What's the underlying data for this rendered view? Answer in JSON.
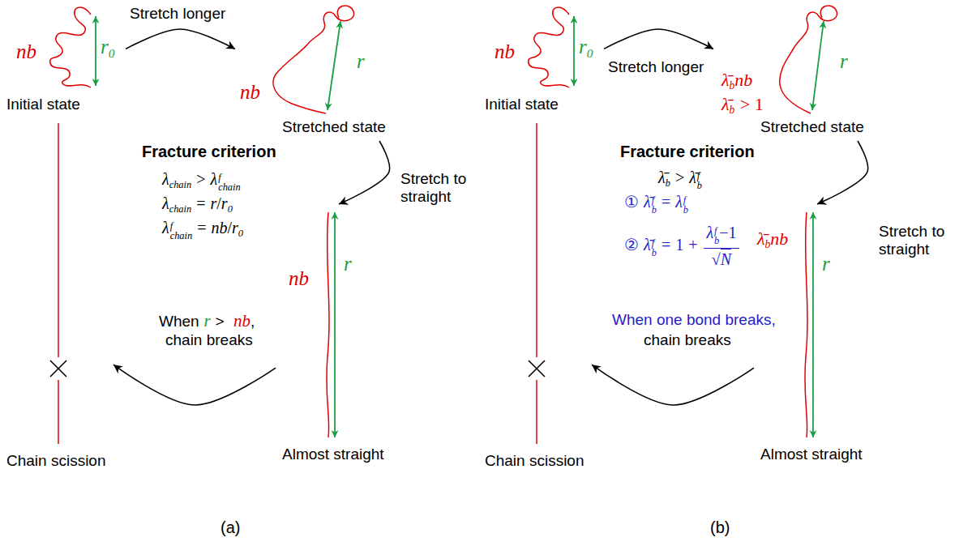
{
  "diagram": {
    "nodes": [
      {
        "text": [
          "Initial state",
          "nb",
          "r",
          "0"
        ]
      },
      {
        "text": [
          "Stretched state",
          "nb",
          "r"
        ]
      },
      {
        "text": [
          "Almost straight",
          "nb",
          "r"
        ]
      },
      {
        "text": [
          "Chain scission"
        ]
      },
      {
        "text": [
          "Initial state",
          "nb",
          "r",
          "0"
        ]
      },
      {
        "text": [
          "Stretched state",
          "r",
          "λ̄",
          "b",
          "nb",
          "λ̄",
          "b",
          "> 1"
        ]
      },
      {
        "text": [
          "Almost straight",
          "λ̄",
          "b",
          "nb",
          "r"
        ]
      },
      {
        "text": [
          "Chain scission"
        ]
      }
    ],
    "edges": [
      {
        "from": 0,
        "to": 1,
        "arrow": "to",
        "label": "Stretch longer"
      },
      {
        "from": 1,
        "to": 2,
        "arrow": "to",
        "label": "Stretch to straight"
      },
      {
        "from": 2,
        "to": 3,
        "arrow": "to"
      },
      {
        "from": 4,
        "to": 5,
        "arrow": "to",
        "label": "Stretch longer"
      },
      {
        "from": 5,
        "to": 6,
        "arrow": "to",
        "label": "Stretch to straight"
      },
      {
        "from": 6,
        "to": 7,
        "arrow": "to"
      }
    ],
    "labels": [
      "Fracture criterion",
      "λ",
      "chain",
      ">",
      "λ",
      "f",
      "chain",
      "λ",
      "chain",
      "=",
      "r",
      "/",
      "r",
      "0",
      "λ",
      "f",
      "chain",
      "=",
      "nb",
      "/",
      "r",
      "0",
      "When",
      "r",
      ">",
      "nb",
      ",",
      "chain breaks",
      "(a)",
      "Fracture criterion",
      "λ̄",
      "b",
      ">",
      "λ̄",
      "f",
      "b",
      "①",
      "λ̄",
      "f",
      "b",
      "=",
      "λ",
      "f",
      "b",
      "②",
      "λ̄",
      "f",
      "b",
      "=",
      "1",
      "+",
      "λ",
      "f",
      "b",
      "−1",
      "√",
      "N",
      "When one bond breaks,",
      "chain breaks",
      "(b)"
    ]
  }
}
